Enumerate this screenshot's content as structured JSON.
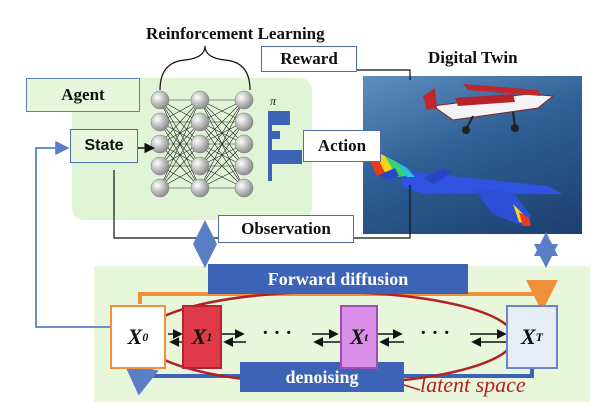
{
  "rl": {
    "title": "Reinforcement Learning",
    "reward": "Reward",
    "agent": "Agent",
    "state": "State",
    "action": "Action",
    "observation": "Observation",
    "policy_symbol": "π"
  },
  "digital_twin": {
    "title": "Digital Twin"
  },
  "diffusion": {
    "forward": "Forward diffusion",
    "denoising": "denoising",
    "latent_space": "latent space",
    "ellipsis": "· · ·",
    "nodes": [
      {
        "letter": "X",
        "sub": "0"
      },
      {
        "letter": "X",
        "sub": "1"
      },
      {
        "letter": "X",
        "sub": "t"
      },
      {
        "letter": "X",
        "sub": "T"
      }
    ]
  },
  "colors": {
    "green_panel": "#dff5d6",
    "light_green_panel": "#e8f6dc",
    "bar_blue": "#3c63b5",
    "arrow_blue": "#5b7fc7",
    "arrow_orange": "#f0913a",
    "ellipse_red": "#b22222",
    "node_orange_border": "#f0913a",
    "node_red": "#e03a4a",
    "node_purple": "#d98ee8",
    "node_blue": "#6a86c9"
  }
}
